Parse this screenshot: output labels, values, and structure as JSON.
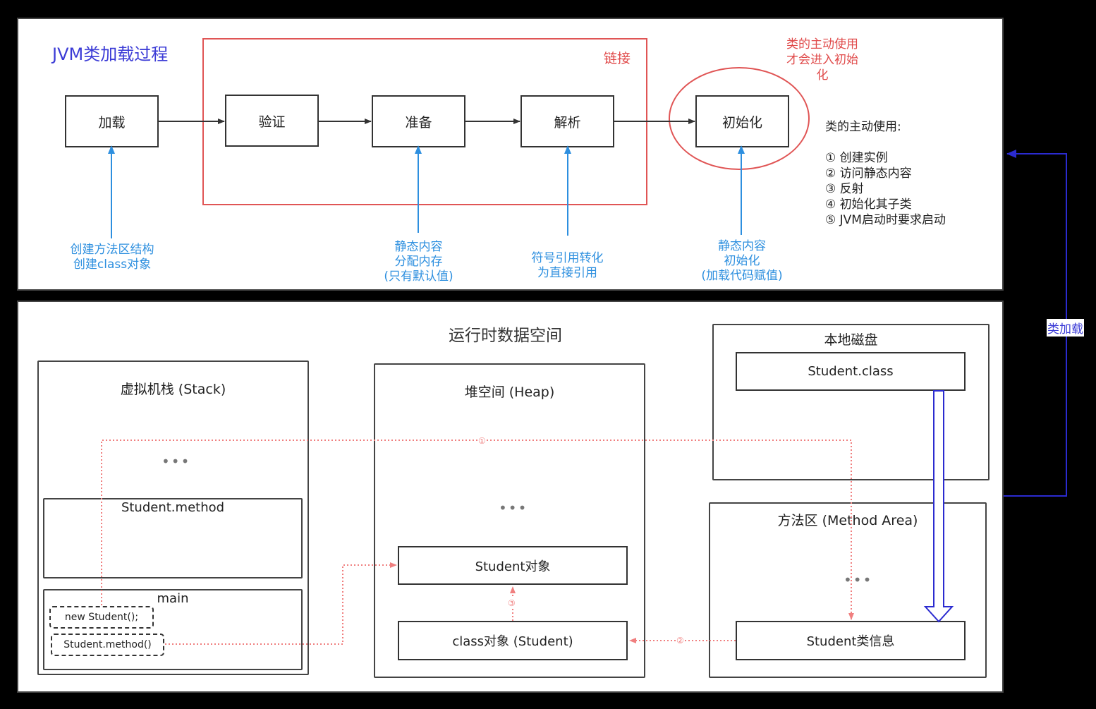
{
  "top": {
    "title": "JVM类加载过程",
    "linking_label": "链接",
    "active_use_note": [
      "类的主动使用",
      "才会进入初始",
      "化"
    ],
    "stages": [
      "加载",
      "验证",
      "准备",
      "解析",
      "初始化"
    ],
    "annotations": {
      "load": [
        "创建方法区结构",
        "创建class对象"
      ],
      "prepare": [
        "静态内容",
        "分配内存",
        "(只有默认值)"
      ],
      "resolve": [
        "符号引用转化",
        "为直接引用"
      ],
      "init": [
        "静态内容",
        "初始化",
        "(加载代码赋值)"
      ]
    },
    "active_use_list": {
      "heading": "类的主动使用:",
      "items": [
        "① 创建实例",
        "② 访问静态内容",
        "③ 反射",
        "④ 初始化其子类",
        "⑤ JVM启动时要求启动"
      ]
    }
  },
  "side_label": "类加载",
  "bottom": {
    "title": "运行时数据空间",
    "stack": {
      "title": "虚拟机栈 (Stack)",
      "dots": "•••",
      "frame_method": "Student.method",
      "frame_main": "main",
      "new_student": "new Student();",
      "student_method_call": "Student.method()"
    },
    "heap": {
      "title": "堆空间 (Heap)",
      "dots": "•••",
      "student_object": "Student对象",
      "class_object": "class对象 (Student)"
    },
    "disk": {
      "title": "本地磁盘",
      "class_file": "Student.class"
    },
    "method_area": {
      "title": "方法区 (Method Area)",
      "dots": "•••",
      "class_info": "Student类信息"
    },
    "markers": [
      "①",
      "②",
      "③"
    ]
  }
}
